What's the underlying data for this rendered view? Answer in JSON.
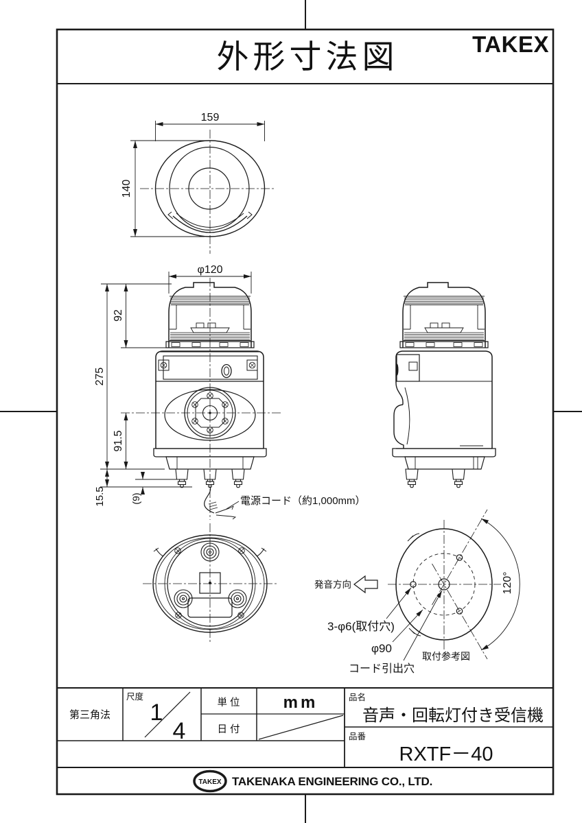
{
  "page": {
    "title": "外形寸法図",
    "brand": "TAKEX",
    "line_color": "#1a1a1a",
    "bg_color": "#ffffff"
  },
  "top_view": {
    "width": "159",
    "depth": "140"
  },
  "front_view": {
    "lamp_dia": "φ120",
    "lamp_height": "92",
    "total_height": "275",
    "speaker_height": "91.5",
    "foot_height": "15.5",
    "bolt_height": "(9)",
    "cord_label": "電源コード（約1,000mm）"
  },
  "mount_view": {
    "angle": "120°",
    "holes": "3-φ6(取付穴)",
    "bolt_circle": "φ90",
    "cord_hole": "コード引出穴",
    "caption": "取付参考図",
    "sound_direction": "発音方向"
  },
  "title_block": {
    "projection": "第三角法",
    "scale_label": "尺度",
    "scale_num": "1",
    "scale_den": "4",
    "unit_label": "単 位",
    "unit_value": "mm",
    "date_label": "日 付",
    "name_label": "品名",
    "name_value": "音声・回転灯付き受信機",
    "number_label": "品番",
    "number_value": "RXTF－40"
  },
  "footer": {
    "logo": "TAKEX",
    "company": "TAKENAKA ENGINEERING CO., LTD."
  }
}
